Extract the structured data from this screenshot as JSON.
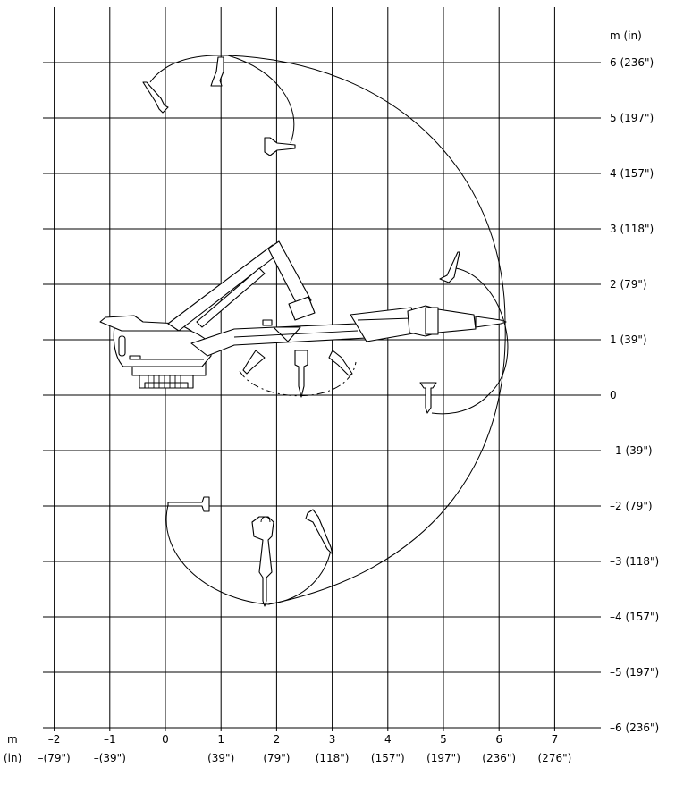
{
  "y_axis": {
    "unit_label": "m (in)",
    "ticks": [
      {
        "v": 6,
        "label": "6 (236\")"
      },
      {
        "v": 5,
        "label": "5 (197\")"
      },
      {
        "v": 4,
        "label": "4 (157\")"
      },
      {
        "v": 3,
        "label": "3 (118\")"
      },
      {
        "v": 2,
        "label": "2 (79\")"
      },
      {
        "v": 1,
        "label": "1 (39\")"
      },
      {
        "v": 0,
        "label": "0"
      },
      {
        "v": -1,
        "label": "–1 (39\")"
      },
      {
        "v": -2,
        "label": "–2 (79\")"
      },
      {
        "v": -3,
        "label": "–3 (118\")"
      },
      {
        "v": -4,
        "label": "–4 (157\")"
      },
      {
        "v": -5,
        "label": "–5 (197\")"
      },
      {
        "v": -6,
        "label": "–6 (236\")"
      }
    ]
  },
  "x_axis": {
    "unit_label_m": "m",
    "unit_label_in": "(in)",
    "ticks": [
      {
        "v": -2,
        "m": "–2",
        "in": "–(79\")"
      },
      {
        "v": -1,
        "m": "–1",
        "in": "–(39\")"
      },
      {
        "v": 0,
        "m": "0",
        "in": ""
      },
      {
        "v": 1,
        "m": "1",
        "in": "(39\")"
      },
      {
        "v": 2,
        "m": "2",
        "in": "(79\")"
      },
      {
        "v": 3,
        "m": "3",
        "in": "(118\")"
      },
      {
        "v": 4,
        "m": "4",
        "in": "(157\")"
      },
      {
        "v": 5,
        "m": "5",
        "in": "(197\")"
      },
      {
        "v": 6,
        "m": "6",
        "in": "(236\")"
      },
      {
        "v": 7,
        "m": "7",
        "in": "(276\")"
      }
    ]
  }
}
